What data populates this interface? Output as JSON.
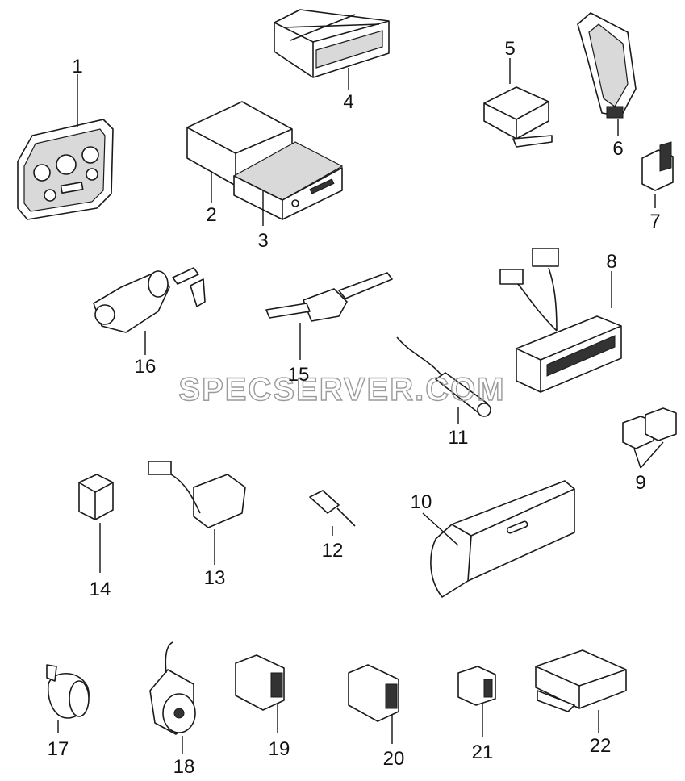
{
  "watermark": "SPECSERVER.COM",
  "callouts": [
    "1",
    "2",
    "3",
    "4",
    "5",
    "6",
    "7",
    "8",
    "9",
    "10",
    "11",
    "12",
    "13",
    "14",
    "15",
    "16",
    "17",
    "18",
    "19",
    "20",
    "21",
    "22"
  ]
}
